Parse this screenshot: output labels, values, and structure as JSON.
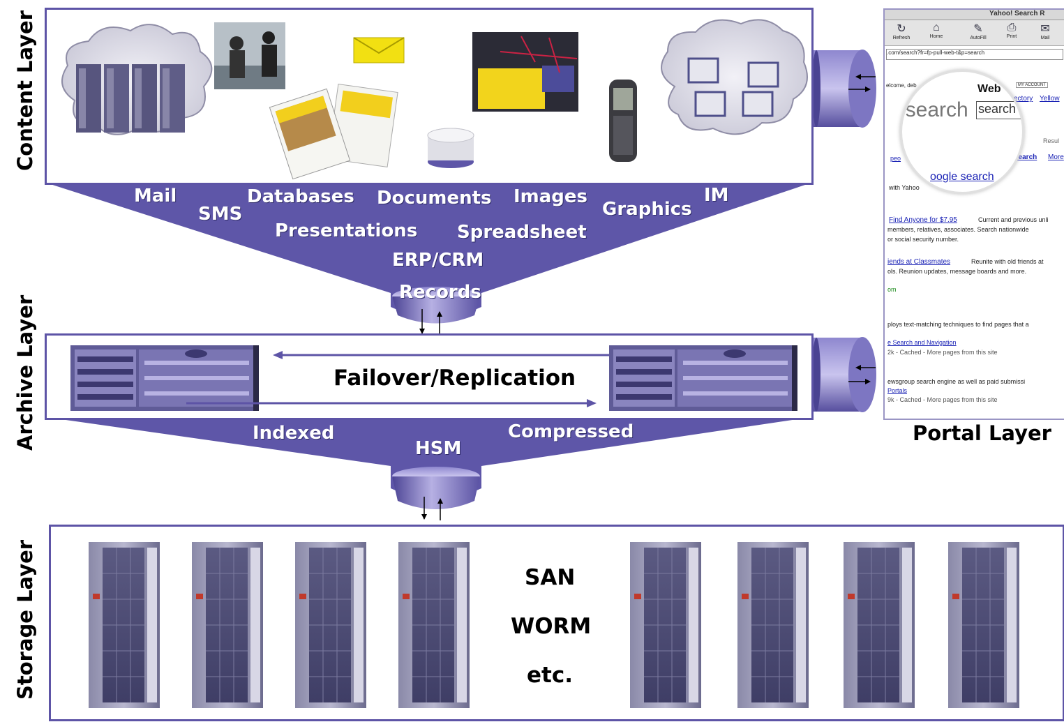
{
  "layers": {
    "content": "Content Layer",
    "archive": "Archive Layer",
    "storage": "Storage Layer",
    "portal": "Portal Layer"
  },
  "content_categories": {
    "mail": "Mail",
    "sms": "SMS",
    "databases": "Databases",
    "presentations": "Presentations",
    "documents": "Documents",
    "images": "Images",
    "spreadsheet": "Spreadsheet",
    "graphics": "Graphics",
    "im": "IM",
    "erp_crm": "ERP/CRM",
    "records": "Records"
  },
  "archive": {
    "failover": "Failover/Replication",
    "indexed": "Indexed",
    "compressed": "Compressed",
    "hsm": "HSM"
  },
  "storage": {
    "san": "SAN",
    "worm": "WORM",
    "etc": "etc."
  },
  "portal_screen": {
    "title": "Yahoo! Search R",
    "toolbar": [
      "Refresh",
      "Home",
      "AutoFill",
      "Print",
      "Mail"
    ],
    "toolbar_icons": [
      "refresh-icon",
      "home-icon",
      "autofill-icon",
      "print-icon",
      "mail-icon"
    ],
    "address": ".com/search?fr=fp-pull-web-t&p=search",
    "welcome": "elcome, deb",
    "tab_web": "Web",
    "my_account": "MY ACCOUNT",
    "directory": "ectory",
    "yellow": "Yellow",
    "logo_fragment": "esearch",
    "search_value": "search",
    "results": "Resul",
    "search_link": "search",
    "more": "More",
    "peo": "peo",
    "google_search": "oogle search",
    "with_yahoo": "with Yahoo",
    "result1_link": "Find Anyone for $7.95",
    "result1_text1": "Current and previous unli",
    "result1_text2": "members, relatives, associates. Search nationwide",
    "result1_text3": "or social security number.",
    "result2_link": "iends at Classmates",
    "result2_text1": "Reunite with old friends at",
    "result2_text2": "ols. Reunion updates, message boards and more.",
    "result2_url": "om",
    "result3_text": "ploys text-matching techniques to find pages that a",
    "result3_link": "e Search and Navigation",
    "result3_meta": "2k - Cached - More pages from this site",
    "result4_text": "ewsgroup search engine as well as paid submissi",
    "result4_link": "Portals",
    "result4_meta": "9k - Cached - More pages from this site"
  },
  "colors": {
    "accent": "#5d54a6",
    "funnel": "#5e56a8",
    "server": "#6e6a9c"
  }
}
